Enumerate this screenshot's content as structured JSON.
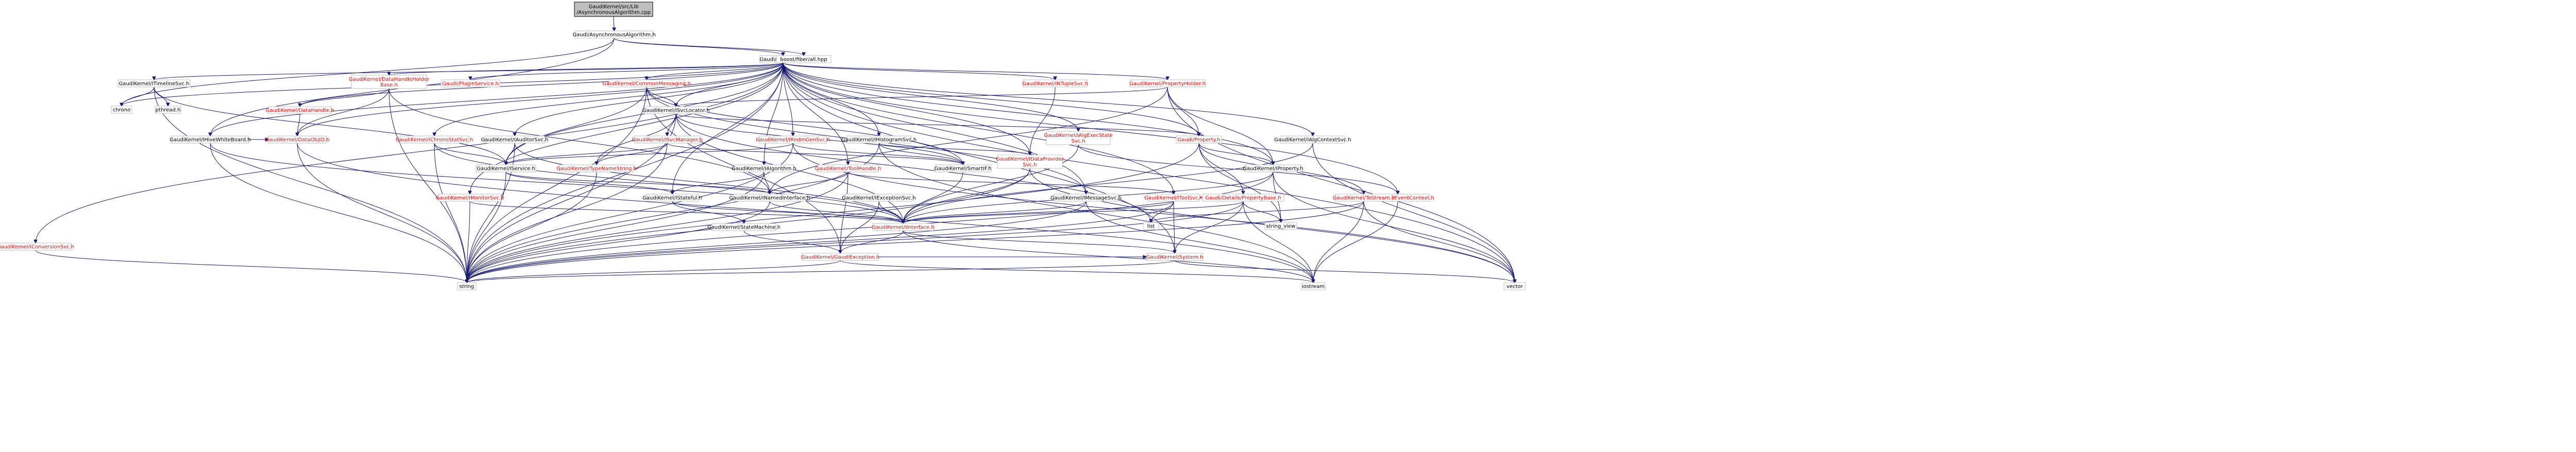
{
  "colors": {
    "edge": "#191970",
    "node_border": "#bfbfbf",
    "root_fill": "#bfbfbf",
    "root_border": "#000000",
    "red_text": "#ff0000",
    "black_text": "#000000"
  },
  "nodes": [
    {
      "id": "root",
      "lines": [
        "GaudiKernel/src/Lib",
        "/AsynchronousAlgorithm.cpp"
      ],
      "root": true
    },
    {
      "id": "asyncalg",
      "lines": [
        "Gaudi/AsynchronousAlgorithm.h"
      ]
    },
    {
      "id": "galg",
      "lines": [
        "Gaudi/Algorithm.h"
      ]
    },
    {
      "id": "fiber",
      "lines": [
        "boost/fiber/all.hpp"
      ]
    },
    {
      "id": "itimeline",
      "lines": [
        "GaudiKernel/ITimelineSvc.h"
      ]
    },
    {
      "id": "chrono",
      "lines": [
        "chrono"
      ]
    },
    {
      "id": "pthread",
      "lines": [
        "pthread.h"
      ]
    },
    {
      "id": "iwhiteboard",
      "lines": [
        "GaudiKernel/IHiveWhiteBoard.h"
      ]
    },
    {
      "id": "icnvsvc",
      "lines": [
        "GaudiKernel/IConversionSvc.h"
      ],
      "red": true
    },
    {
      "id": "pluginsvc",
      "lines": [
        "Gaudi/PluginService.h"
      ],
      "red": true
    },
    {
      "id": "dhholder",
      "lines": [
        "GaudiKernel/DataHandleHolder",
        "Base.h"
      ],
      "red": true
    },
    {
      "id": "datahandle",
      "lines": [
        "GaudiKernel/DataHandle.h"
      ],
      "red": true
    },
    {
      "id": "dataobjid",
      "lines": [
        "GaudiKernel/DataObjID.h"
      ],
      "red": true
    },
    {
      "id": "commonmsg",
      "lines": [
        "GaudiKernel/CommonMessaging.h"
      ],
      "red": true
    },
    {
      "id": "isvclocator",
      "lines": [
        "GaudiKernel/ISvcLocator.h"
      ]
    },
    {
      "id": "isvcmanager",
      "lines": [
        "GaudiKernel/ISvcManager.h"
      ],
      "red": true
    },
    {
      "id": "typenamestring",
      "lines": [
        "GaudiKernel/TypeNameString.h"
      ],
      "red": true
    },
    {
      "id": "ichrono",
      "lines": [
        "GaudiKernel/IChronoStatSvc.h"
      ],
      "red": true
    },
    {
      "id": "iauditor",
      "lines": [
        "GaudiKernel/IAuditorSvc.h"
      ]
    },
    {
      "id": "iservice",
      "lines": [
        "GaudiKernel/IService.h"
      ]
    },
    {
      "id": "imonitor",
      "lines": [
        "GaudiKernel/IMonitorSvc.h"
      ],
      "red": true
    },
    {
      "id": "irndmgen",
      "lines": [
        "GaudiKernel/IRndmGenSvc.h"
      ],
      "red": true
    },
    {
      "id": "ihistosvc",
      "lines": [
        "GaudiKernel/IHistogramSvc.h"
      ]
    },
    {
      "id": "ialgorithm",
      "lines": [
        "GaudiKernel/IAlgorithm.h"
      ]
    },
    {
      "id": "istateful",
      "lines": [
        "GaudiKernel/IStateful.h"
      ]
    },
    {
      "id": "statemachine",
      "lines": [
        "GaudiKernel/StateMachine.h"
      ]
    },
    {
      "id": "itoolhandle",
      "lines": [
        "GaudiKernel/ToolHandle.h"
      ],
      "red": true
    },
    {
      "id": "inamed",
      "lines": [
        "GaudiKernel/INamedInterface.h"
      ]
    },
    {
      "id": "intuple",
      "lines": [
        "GaudiKernel/INTupleSvc.h"
      ],
      "red": true
    },
    {
      "id": "idataprovider",
      "lines": [
        "GaudiKernel/IDataProvider",
        "Svc.h"
      ],
      "red": true
    },
    {
      "id": "iexceptionsvc",
      "lines": [
        "GaudiKernel/IExceptionSvc.h"
      ]
    },
    {
      "id": "iexecstate",
      "lines": [
        "GaudiKernel/IAlgExecState",
        "Svc.h"
      ],
      "red": true
    },
    {
      "id": "ismartif",
      "lines": [
        "GaudiKernel/SmartIF.h"
      ]
    },
    {
      "id": "iinterface",
      "lines": [
        "GaudiKernel/IInterface.h"
      ],
      "red": true
    },
    {
      "id": "imessagesvc",
      "lines": [
        "GaudiKernel/IMessageSvc.h"
      ]
    },
    {
      "id": "itoolsvc",
      "lines": [
        "GaudiKernel/IToolSvc.h"
      ],
      "red": true
    },
    {
      "id": "propholder",
      "lines": [
        "GaudiKernel/PropertyHolder.h"
      ],
      "red": true
    },
    {
      "id": "gproperty",
      "lines": [
        "Gaudi/Property.h"
      ],
      "red": true
    },
    {
      "id": "iproperty",
      "lines": [
        "GaudiKernel/IProperty.h"
      ]
    },
    {
      "id": "propbase",
      "lines": [
        "Gaudi/Details/PropertyBase.h"
      ],
      "red": true
    },
    {
      "id": "ialgctx",
      "lines": [
        "GaudiKernel/IAlgContextSvc.h"
      ]
    },
    {
      "id": "evtctx",
      "lines": [
        "GaudiKernel/EventContext.h"
      ],
      "red": true
    },
    {
      "id": "tostream",
      "lines": [
        "GaudiKernel/ToStream.h"
      ],
      "red": true
    },
    {
      "id": "gaudiexc",
      "lines": [
        "GaudiKernel/GaudiException.h"
      ],
      "red": true
    },
    {
      "id": "system",
      "lines": [
        "GaudiKernel/System.h"
      ],
      "red": true
    },
    {
      "id": "string",
      "lines": [
        "string"
      ]
    },
    {
      "id": "list",
      "lines": [
        "list"
      ]
    },
    {
      "id": "string_view",
      "lines": [
        "string_view"
      ]
    },
    {
      "id": "iostream",
      "lines": [
        "iostream"
      ]
    },
    {
      "id": "vector",
      "lines": [
        "vector"
      ]
    }
  ]
}
